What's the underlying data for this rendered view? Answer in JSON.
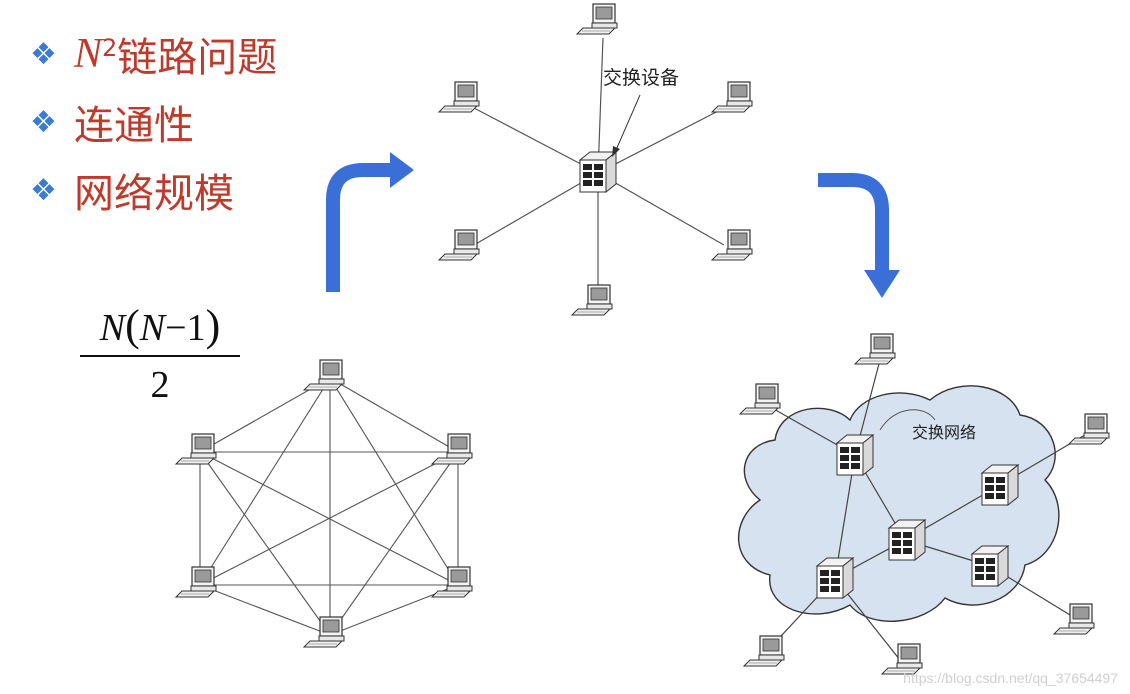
{
  "bullets": {
    "item1_n": "N",
    "item1_sup": "2",
    "item1_text": "链路问题",
    "item2_text": "连通性",
    "item3_text": "网络规模",
    "marker": "❖"
  },
  "formula": {
    "numerator_n1": "N",
    "numerator_open": "(",
    "numerator_inner": "N",
    "numerator_minus": "−1",
    "numerator_close": ")",
    "denominator": "2"
  },
  "star": {
    "label": "交换设备"
  },
  "cloud": {
    "label": "交换网络"
  },
  "watermark": "https://blog.csdn.net/qq_37654497",
  "colors": {
    "bullet_text": "#c0392b",
    "marker": "#3a7bd5",
    "arrow": "#3a6fd8",
    "cloud_fill": "#d6e2ef",
    "line": "#333333"
  }
}
